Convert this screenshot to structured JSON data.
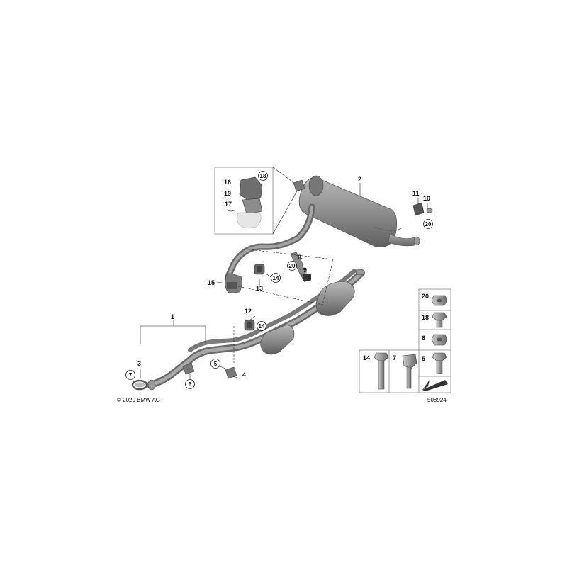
{
  "diagram": {
    "copyright": "© 2020 BMW AG",
    "diagram_number": "508924",
    "callouts": {
      "c1": "1",
      "c2": "2",
      "c3": "3",
      "c4": "4",
      "c5": "5",
      "c6": "6",
      "c7": "7",
      "c8": "8",
      "c9": "9",
      "c10": "10",
      "c11": "11",
      "c12": "12",
      "c13": "13",
      "c14a": "14",
      "c14b": "14",
      "c15": "15",
      "c16": "16",
      "c17": "17",
      "c18": "18",
      "c19": "19",
      "c20a": "20",
      "c20b": "20"
    },
    "legend": {
      "l20": "20",
      "l18": "18",
      "l6": "6",
      "l5": "5",
      "l14": "14",
      "l7": "7"
    }
  },
  "colors": {
    "part_fill": "#8c8c8c",
    "part_dark": "#555555",
    "part_light": "#c4c4c4",
    "line": "#222222",
    "box_border": "#888888",
    "legend_bg": "#ffffff"
  }
}
